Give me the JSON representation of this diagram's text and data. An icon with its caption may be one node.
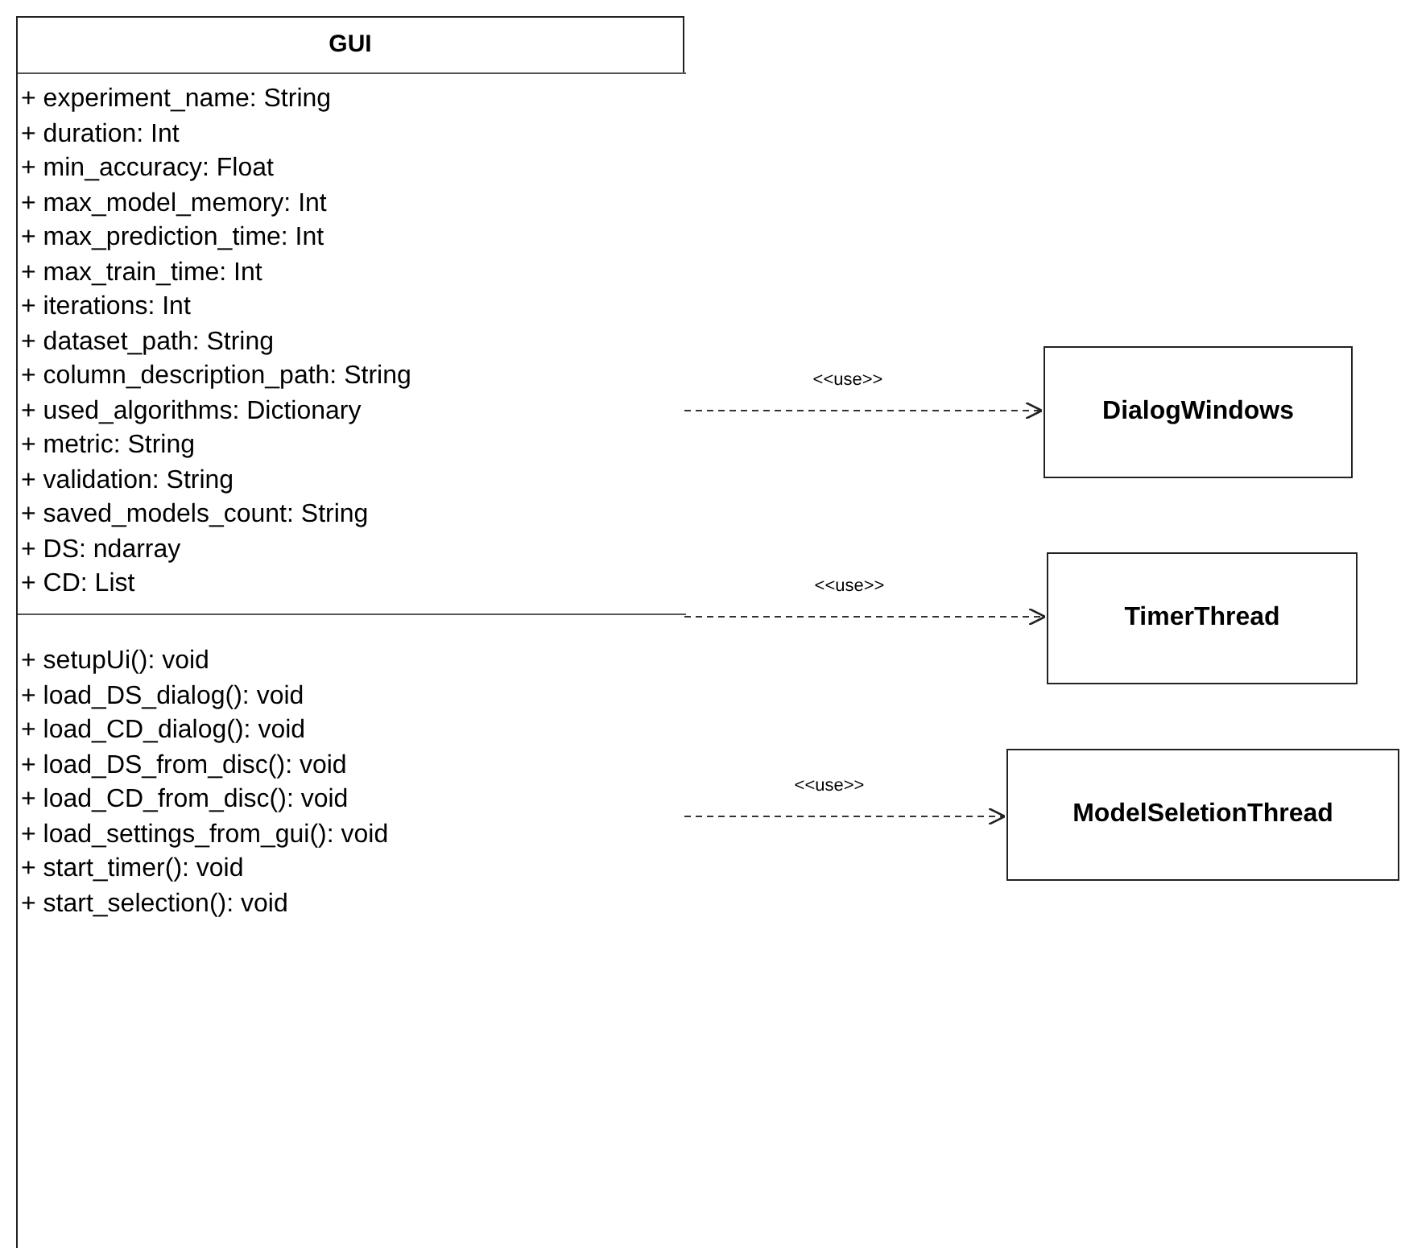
{
  "diagram": {
    "nodes": [
      {
        "text": [
          "GUI"
        ]
      },
      {
        "text": [
          "+ experiment_name: String",
          "+ duration: Int",
          "+ min_accuracy: Float",
          "+ max_model_memory: Int",
          "+ max_prediction_time: Int",
          "+ max_train_time: Int",
          "+ iterations: Int",
          "+ dataset_path: String",
          "+ column_description_path: String",
          "+ used_algorithms: Dictionary",
          "+ metric: String",
          "+ validation: String",
          "+ saved_models_count: String",
          "+ DS: ndarray",
          "+ CD: List"
        ],
        "in": 0
      },
      {
        "text": [
          "+ setupUi(): void",
          "+ load_DS_dialog(): void",
          "+ load_CD_dialog(): void",
          "+ load_DS_from_disc(): void",
          "+ load_CD_from_disc(): void",
          "+ load_settings_from_gui(): void",
          "+ start_timer(): void",
          "+ start_selection(): void"
        ],
        "in": 0
      },
      {
        "text": [
          "DialogWindows"
        ]
      },
      {
        "text": [
          "TimerThread"
        ]
      },
      {
        "text": [
          "ModelSeletionThread"
        ]
      }
    ],
    "edges": [
      {
        "from": 0,
        "to": 3,
        "arrow": "to",
        "label": "<<use>>",
        "style": "dashed"
      },
      {
        "from": 0,
        "to": 4,
        "arrow": "to",
        "label": "<<use>>",
        "style": "dashed"
      },
      {
        "from": 0,
        "to": 5,
        "arrow": "to",
        "label": "<<use>>",
        "style": "dashed"
      }
    ]
  }
}
